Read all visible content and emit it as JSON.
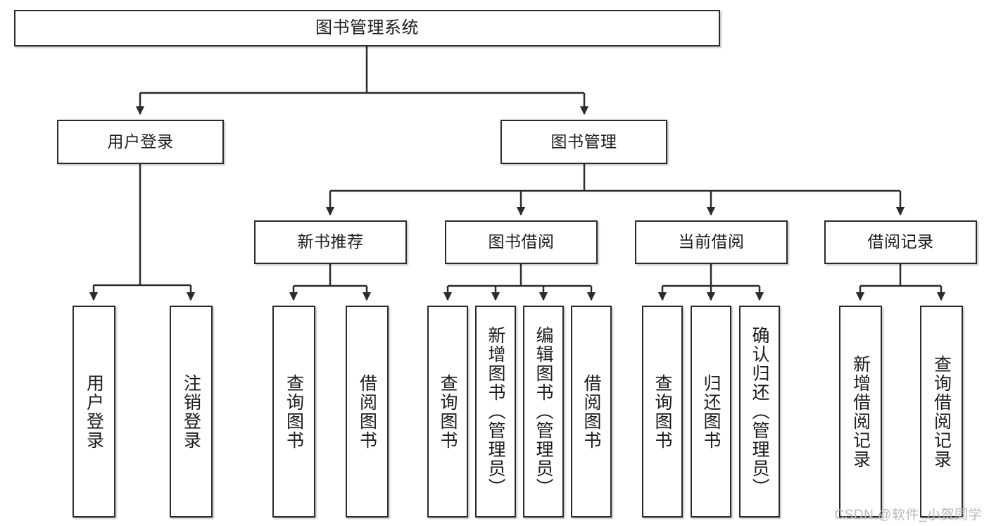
{
  "diagram": {
    "type": "tree",
    "title": "图书管理系统",
    "watermark": "CSDN @软件_小贺同学",
    "colors": {
      "background": "#ffffff",
      "box_border": "#2b2b2b",
      "box_fill": "#ffffff",
      "connector": "#2b2b2b",
      "text": "#1c1c1c",
      "watermark": "#b9b9b9"
    },
    "nodes": {
      "root": {
        "label": "图书管理系统"
      },
      "level2": [
        {
          "label": "用户登录"
        },
        {
          "label": "图书管理"
        }
      ],
      "level3": [
        {
          "label": "新书推荐"
        },
        {
          "label": "图书借阅"
        },
        {
          "label": "当前借阅"
        },
        {
          "label": "借阅记录"
        }
      ],
      "leaves": {
        "user_login": [
          {
            "label": "用户登录"
          },
          {
            "label": "注销登录"
          }
        ],
        "new_book_recommend": [
          {
            "label": "查询图书"
          },
          {
            "label": "借阅图书"
          }
        ],
        "book_borrow": [
          {
            "label": "查询图书"
          },
          {
            "label": "新增图书（管理员）"
          },
          {
            "label": "编辑图书（管理员）"
          },
          {
            "label": "借阅图书"
          }
        ],
        "current_borrow": [
          {
            "label": "查询图书"
          },
          {
            "label": "归还图书"
          },
          {
            "label": "确认归还（管理员）"
          }
        ],
        "borrow_record": [
          {
            "label": "新增借阅记录"
          },
          {
            "label": "查询借阅记录"
          }
        ]
      }
    }
  }
}
